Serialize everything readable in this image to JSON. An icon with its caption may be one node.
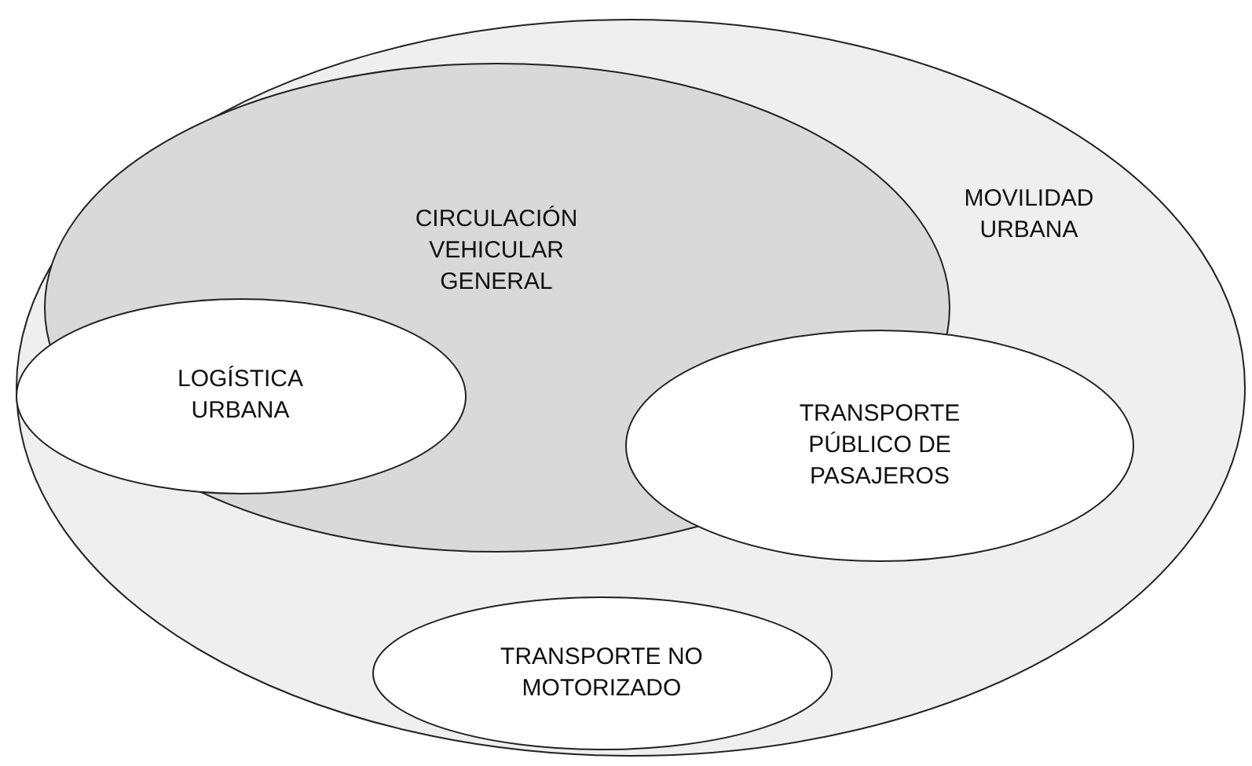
{
  "diagram": {
    "nodes": [
      {
        "text": [
          "MOVILIDAD URBANA"
        ]
      },
      {
        "text": [
          "CIRCULACIÓN VEHICULAR GENERAL"
        ],
        "in": 0
      },
      {
        "text": [
          "LOGÍSTICA URBANA"
        ],
        "in": 0
      },
      {
        "text": [
          "TRANSPORTE PÚBLICO DE PASAJEROS"
        ],
        "in": 0
      },
      {
        "text": [
          "TRANSPORTE NO MOTORIZADO"
        ],
        "in": 0
      }
    ],
    "edges": []
  }
}
